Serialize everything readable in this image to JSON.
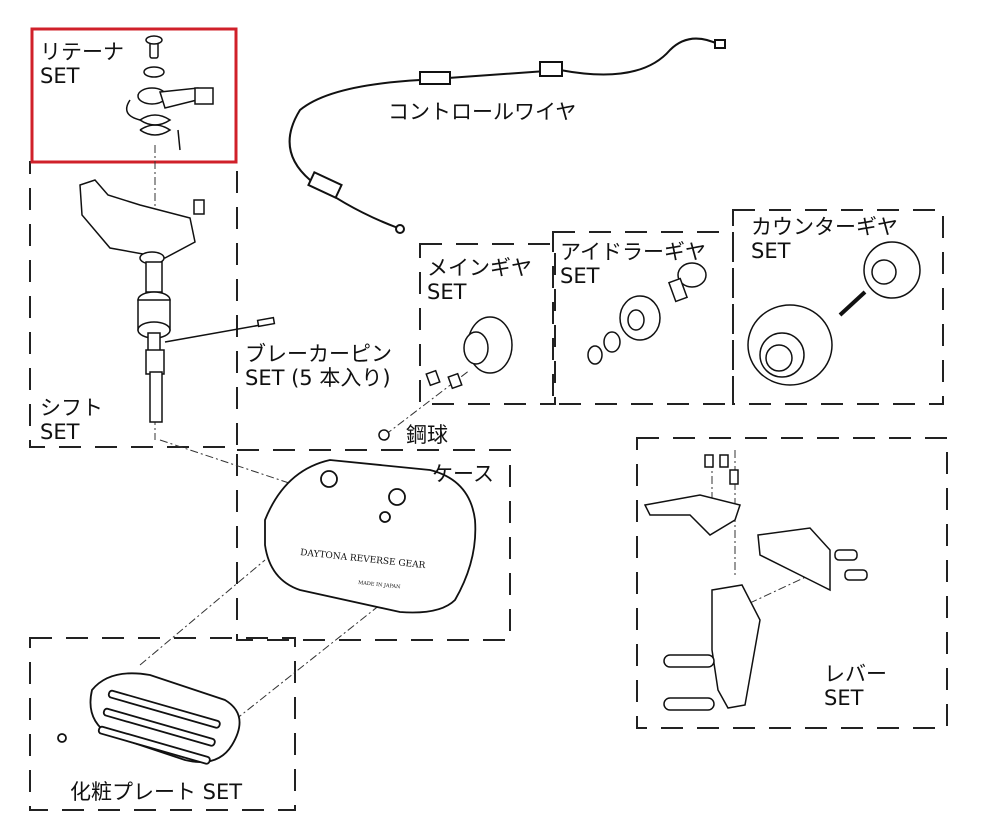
{
  "labels": {
    "retainer": {
      "line1": "リテーナ",
      "line2": "SET"
    },
    "shift": {
      "line1": "シフト",
      "line2": "SET"
    },
    "control_wire": "コントロールワイヤ",
    "main_gear": {
      "line1": "メインギヤ",
      "line2": "SET"
    },
    "idler_gear": {
      "line1": "アイドラーギヤ",
      "line2": "SET"
    },
    "counter_gear": {
      "line1": "カウンターギヤ",
      "line2": "SET"
    },
    "breaker_pin": {
      "line1": "ブレーカーピン",
      "line2": "SET (5 本入り)"
    },
    "steel_ball": "鋼球",
    "case": "ケース",
    "case_engraving": {
      "line1": "DAYTONA REVERSE GEAR",
      "line2": "MADE IN JAPAN"
    },
    "lever": {
      "line1": "レバー",
      "line2": "SET"
    },
    "plate": "化粧プレート SET"
  },
  "highlight_color": "#d0202a"
}
